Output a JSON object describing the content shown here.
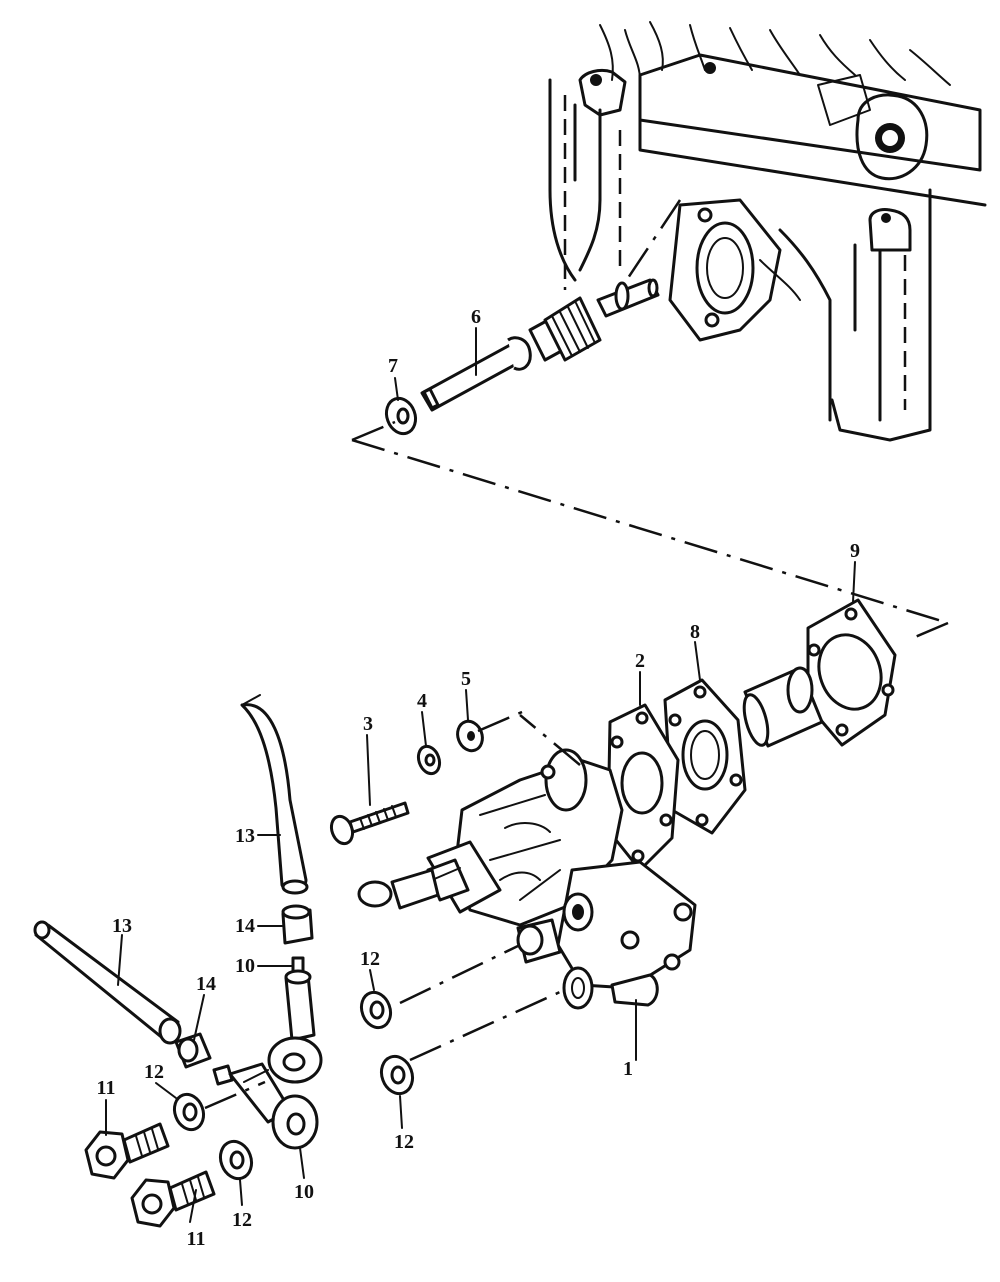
{
  "callouts": {
    "c1": "1",
    "c2": "2",
    "c3": "3",
    "c4": "4",
    "c5": "5",
    "c6": "6",
    "c7": "7",
    "c8": "8",
    "c9": "9",
    "c10a": "10",
    "c10b": "10",
    "c11a": "11",
    "c11b": "11",
    "c12a": "12",
    "c12b": "12",
    "c12c": "12",
    "c12d": "12",
    "c13a": "13",
    "c13b": "13",
    "c14a": "14",
    "c14b": "14"
  }
}
